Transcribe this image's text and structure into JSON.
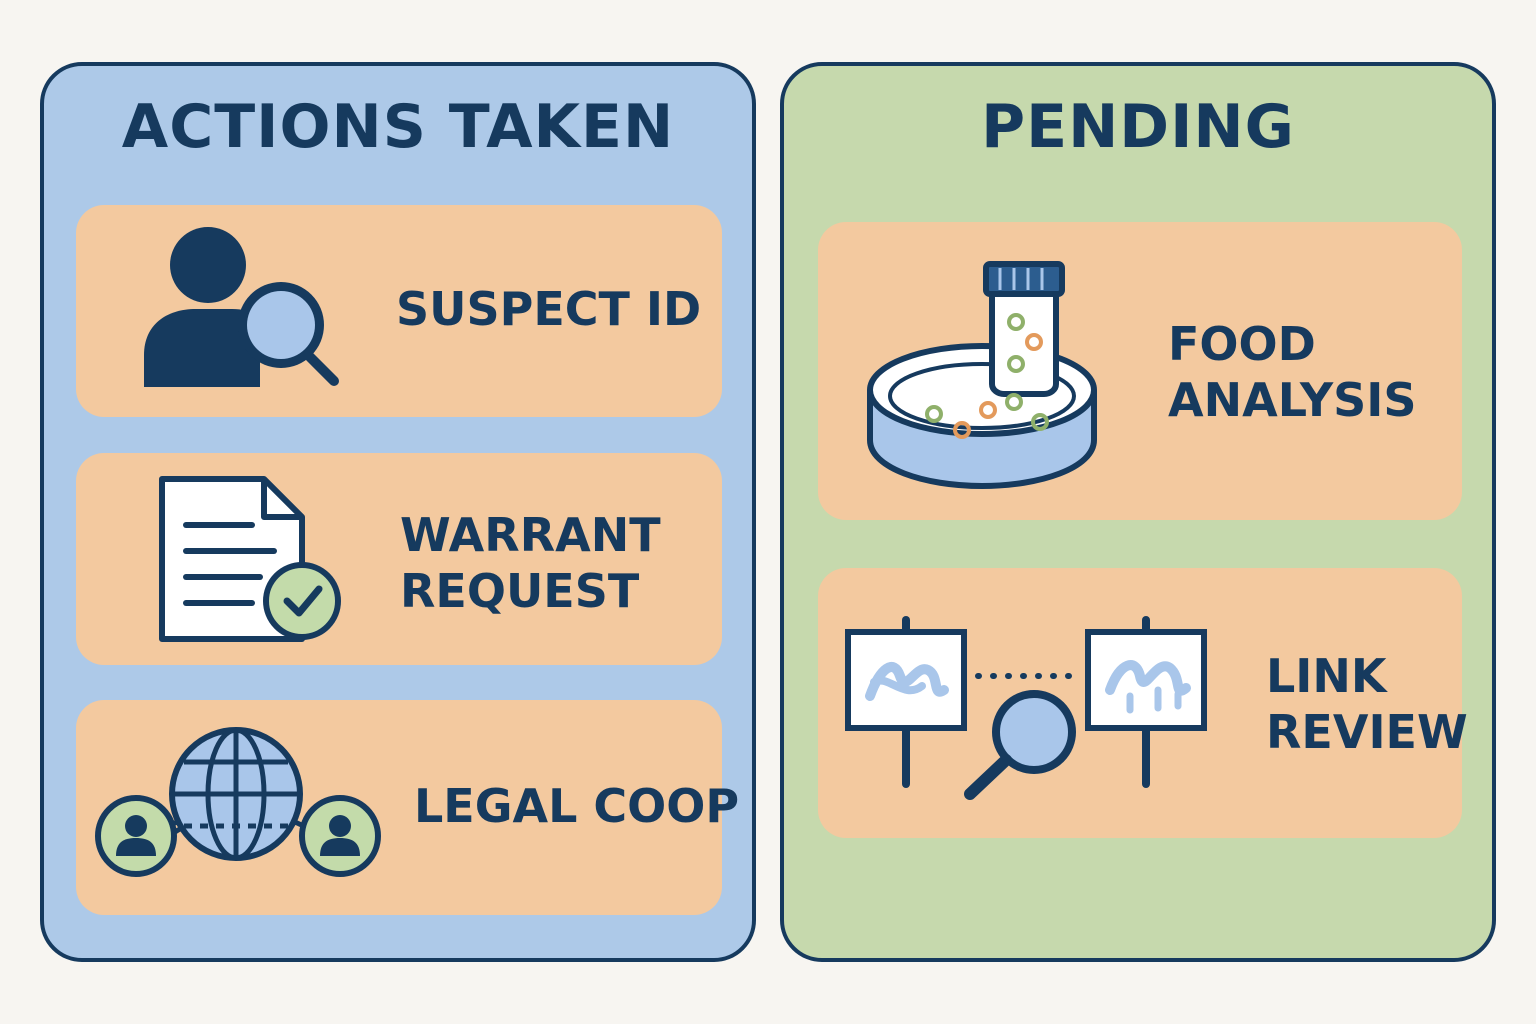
{
  "actions_panel": {
    "title": "ACTIONS TAKEN",
    "items": [
      {
        "label": "SUSPECT ID",
        "icon": "suspect-search-icon"
      },
      {
        "label_lines": [
          "WARRANT",
          "REQUEST"
        ],
        "icon": "document-check-icon"
      },
      {
        "label": "LEGAL COOP",
        "icon": "global-network-icon"
      }
    ]
  },
  "pending_panel": {
    "title": "PENDING",
    "items": [
      {
        "label_lines": [
          "FOOD",
          "ANALYSIS"
        ],
        "icon": "petri-dish-sample-icon"
      },
      {
        "label_lines": [
          "LINK",
          "REVIEW"
        ],
        "icon": "evidence-boards-magnifier-icon"
      }
    ]
  },
  "colors": {
    "navy": "#163a5e",
    "blue_panel": "#adc9e8",
    "green_panel": "#c6d9ad",
    "card": "#f3c99f",
    "light_blue": "#a9c6ea",
    "light_green": "#c3dbaa",
    "orange_dot": "#e39a5c",
    "green_dot": "#8fb06a"
  }
}
